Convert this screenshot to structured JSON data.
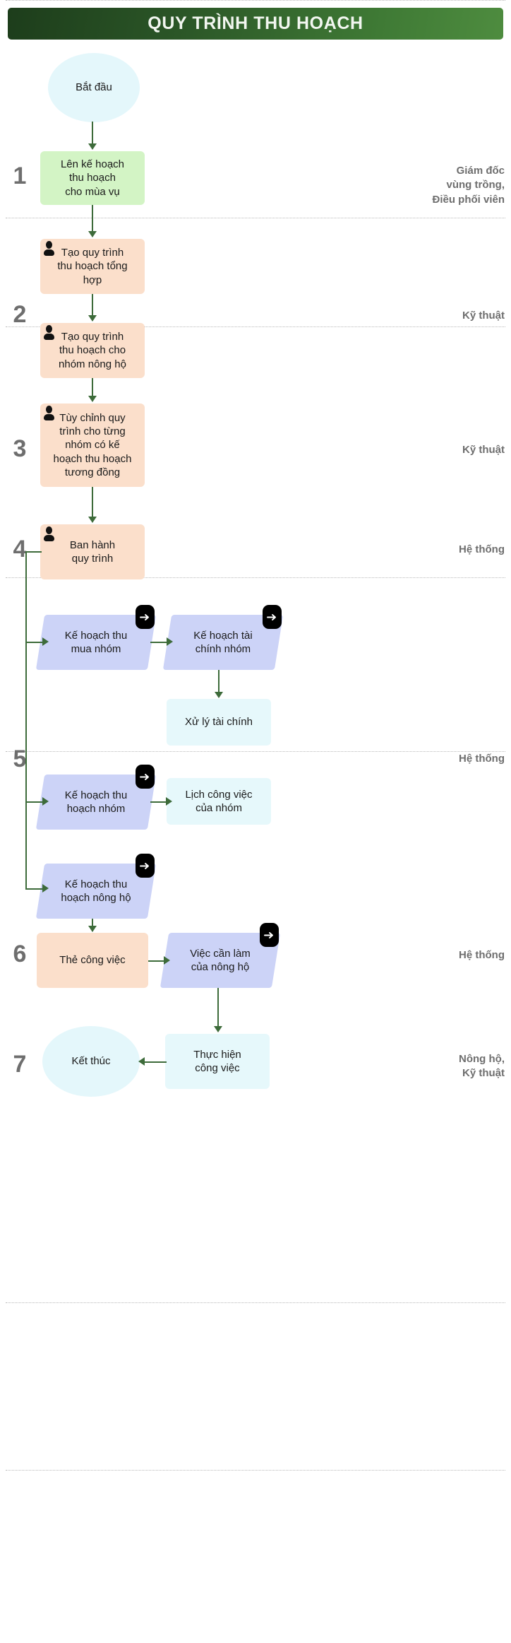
{
  "header": {
    "title": "QUY TRÌNH THU HOẠCH"
  },
  "colors": {
    "header_dark": "#1d3d1b",
    "header_light": "#4e8c3f",
    "arrow": "#3d6b3a",
    "green_box": "#d3f4c5",
    "peach_box": "#fbdfcb",
    "lavender_box": "#ccd3f7",
    "cyan_box": "#e6f8fb",
    "step_number": "#6e6e6e",
    "role_label": "#6e6e6e",
    "badge": "#000000"
  },
  "terminals": {
    "start": "Bắt đầu",
    "end": "Kết thúc"
  },
  "steps": [
    {
      "number": "1",
      "role": "Giám đốc\nvùng trồng,\nĐiều phối viên"
    },
    {
      "number": "2",
      "role": "Kỹ thuật"
    },
    {
      "number": "3",
      "role": "Kỹ thuật"
    },
    {
      "number": "4",
      "role": "Hệ thống"
    },
    {
      "number": "5",
      "role": "Hệ thống"
    },
    {
      "number": "6",
      "role": "Hệ thống"
    },
    {
      "number": "7",
      "role": "Nông hộ,\nKỹ thuật"
    }
  ],
  "nodes": {
    "plan_season": "Lên kế hoạch\nthu hoạch\ncho mùa vụ",
    "create_master_process": "Tạo quy trình\nthu hoạch tổng\nhợp",
    "create_group_process": "Tạo quy trình\nthu hoạch cho\nnhóm nông hộ",
    "customize_process": "Tùy chỉnh quy\ntrình cho từng\nnhóm có kế\nhoạch thu hoạch\ntương đồng",
    "publish_process": "Ban hành\nquy trình",
    "group_purchase_plan": "Kế hoạch thu\nmua nhóm",
    "group_finance_plan": "Kế hoạch tài\nchính nhóm",
    "finance_processing": "Xử lý tài chính",
    "group_harvest_plan": "Kế hoạch thu\nhoạch nhóm",
    "group_work_schedule": "Lịch công việc\ncủa nhóm",
    "household_harvest_plan": "Kế hoạch thu\nhoạch nông hộ",
    "work_card": "Thẻ công việc",
    "household_todo": "Việc cần làm\ncủa nông hộ",
    "do_work": "Thực hiện\ncông việc"
  },
  "icons": {
    "person": "person-icon",
    "link_badge": "arrow-right-badge-icon"
  }
}
